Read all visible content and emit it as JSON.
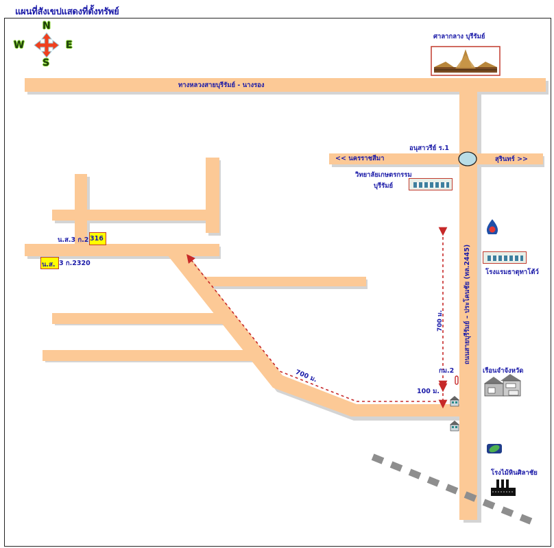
{
  "title": "แผนที่สังเขปแสดงที่ตั้งทรัพย์",
  "compass": {
    "north": "N",
    "south": "S",
    "east": "E",
    "west": "W",
    "icon": "compass-arrows-icon"
  },
  "colors": {
    "road": "#fcc996",
    "road_shadow": "#d4d4d4",
    "label": "#1a1aa8",
    "route_dash": "#c62828",
    "plot_fill": "#ffff00",
    "plot_border": "#c0392b",
    "roundabout": "#b9dde6",
    "railway": "#8e8e8e"
  },
  "roads": {
    "highway_top": "ทางหลวงสายบุรีรัมย์ - นางรอง",
    "main_road": "ถนนสายบุรีรัมย์ – ประโคนชัย (ทล.2445)",
    "west_direction": "<< นครราชสีมา",
    "east_direction": "สุรินทร์ >>"
  },
  "landmarks": {
    "city_pillar": {
      "label": "ศาลากลาง บุรีรัมย์",
      "icon": "thai-temple-icon"
    },
    "monument": {
      "label": "อนุสาวรีย์ ร.1",
      "icon": "roundabout-icon"
    },
    "college": {
      "label_line1": "วิทยาลัยเกษตรกรรม",
      "label_line2": "บุรีรัมย์",
      "icon": "college-building-photo"
    },
    "gas_station": {
      "icon": "ptt-gas-station-icon"
    },
    "hotel": {
      "label": "โรงแรมธาตุทาโต้ว์",
      "icon": "hotel-building-photo"
    },
    "prison": {
      "label": "เรือนจำจังหวัด",
      "icon": "large-house-icon"
    },
    "marker": {
      "label": "กม.2",
      "icon": "km-marker-icon"
    },
    "bank_logo": {
      "icon": "leaf-logo-icon"
    },
    "factory": {
      "label": "โรงไม้หินศิลาชัย",
      "icon": "factory-icon"
    },
    "houses": [
      {
        "icon": "small-house-icon"
      },
      {
        "icon": "small-house-icon"
      }
    ]
  },
  "plots": [
    {
      "id_label_pre": "น.ส.3 ก.2",
      "id_label_box": "316",
      "full": "น.ส.3 ก.2316"
    },
    {
      "id_label_box": "น.ส.",
      "id_label_post": "3 ก.2320",
      "full": "น.ส.3 ก.2320"
    }
  ],
  "distances": {
    "vertical_route": "700 ม.",
    "diagonal_route": "700 ม.",
    "short_segment": "100 ม."
  }
}
